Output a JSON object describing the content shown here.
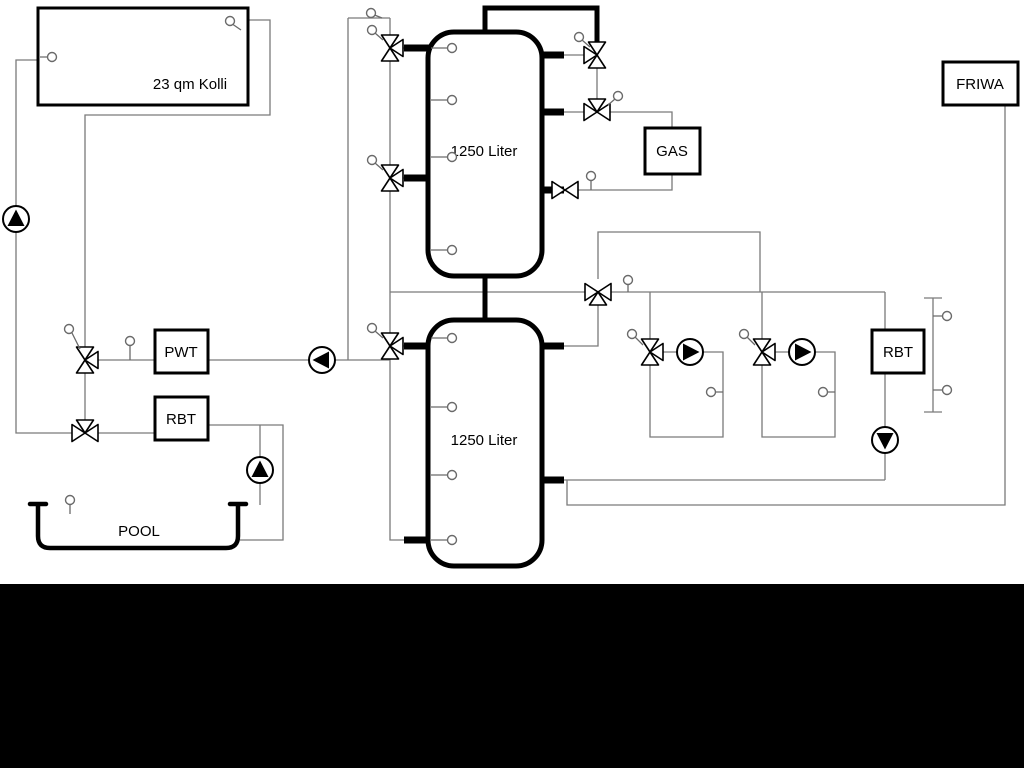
{
  "labels": {
    "collector": "23 qm Kolli",
    "tank_top": "1250 Liter",
    "tank_bottom": "1250 Liter",
    "gas": "GAS",
    "friwa": "FRIWA",
    "pwt": "PWT",
    "rbt_left": "RBT",
    "rbt_right": "RBT",
    "pool": "POOL"
  },
  "colors": {
    "pipe_gray": "#7a7a7a",
    "component_outline": "#000000",
    "background": "#ffffff",
    "footer_band": "#000000"
  }
}
